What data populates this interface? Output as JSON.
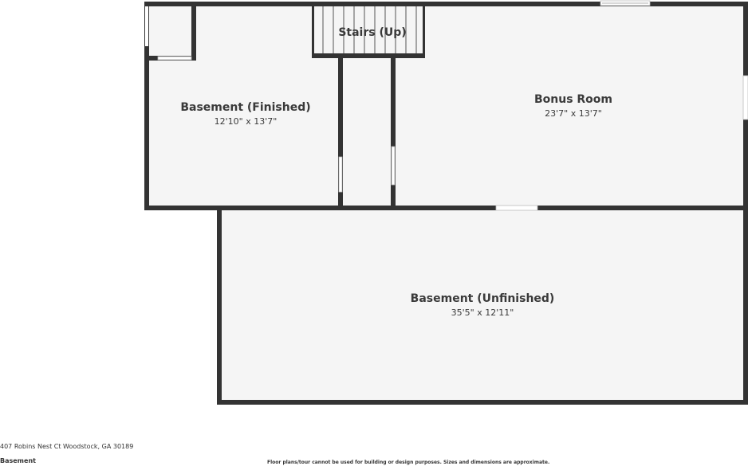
{
  "rooms": {
    "basement_finished": {
      "name": "Basement (Finished)",
      "dims": "12'10\" x 13'7\""
    },
    "stairs": {
      "name": "Stairs (Up)"
    },
    "bonus_room": {
      "name": "Bonus Room",
      "dims": "23'7\" x 13'7\""
    },
    "basement_unfinished": {
      "name": "Basement (Unfinished)",
      "dims": "35'5\" x 12'11\""
    }
  },
  "footer": {
    "address": "407 Robins Nest Ct Woodstock, GA 30189",
    "level": "Basement",
    "disclaimer": "Floor plans/tour cannot be used for building or design purposes. Sizes and dimensions are approximate."
  },
  "colors": {
    "wall": "#333333",
    "floor": "#f5f5f5",
    "opening": "#ffffff"
  }
}
